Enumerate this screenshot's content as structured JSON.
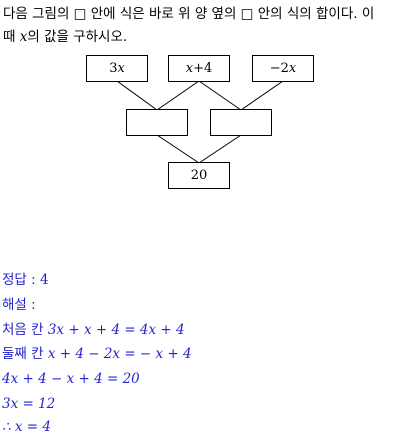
{
  "question": {
    "line1": "다음 그림의 □ 안에 식은 바로 위 양 옆의 □ 안의 식의 합이다. 이",
    "line2_prefix": "때 ",
    "line2_var": "x",
    "line2_suffix": "의 값을 구하시오."
  },
  "diagram": {
    "top_boxes": [
      {
        "coef": "3",
        "var": "x",
        "rest": ""
      },
      {
        "coef": "",
        "var": "x",
        "rest": "+4"
      },
      {
        "coef": "−2",
        "var": "x",
        "rest": ""
      }
    ],
    "bottom_box": "20"
  },
  "answer": {
    "label": "정답 : ",
    "value": "4"
  },
  "explanation": {
    "label": "해설 :",
    "line1_prefix": "처음 칸 ",
    "line1_expr": "3x + x + 4 = 4x + 4",
    "line2_prefix": "둘째 칸 ",
    "line2_expr": "x + 4 − 2x = − x + 4",
    "line3": "4x + 4 − x + 4 = 20",
    "line4": "3x = 12",
    "line5": "∴  x = 4"
  },
  "colors": {
    "answer_text": "#2424d0"
  }
}
